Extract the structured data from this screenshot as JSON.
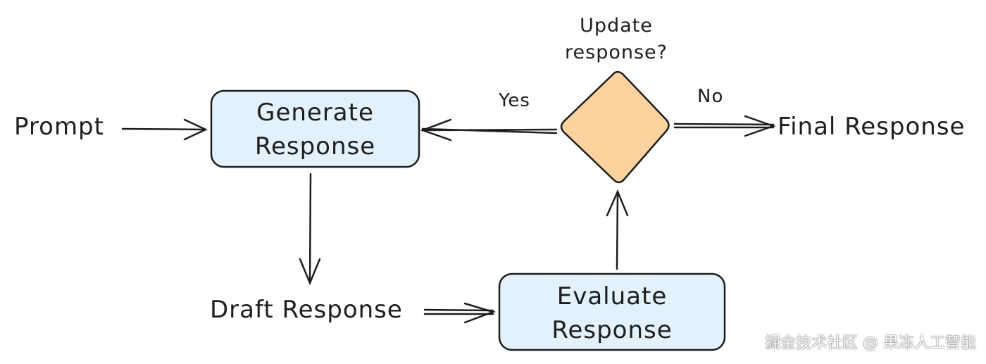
{
  "nodes": {
    "prompt": "Prompt",
    "generate_line1": "Generate",
    "generate_line2": "Response",
    "draft": "Draft Response",
    "evaluate_line1": "Evaluate",
    "evaluate_line2": "Response",
    "decision_line1": "Update",
    "decision_line2": "response?",
    "final": "Final Response"
  },
  "edges": {
    "yes": "Yes",
    "no": "No"
  },
  "watermark": "掘金技术社区 @ 果冻人工智能",
  "colors": {
    "box_fill": "#e3f1fc",
    "diamond_fill": "#fcd29f",
    "stroke": "#1e1e1e"
  }
}
